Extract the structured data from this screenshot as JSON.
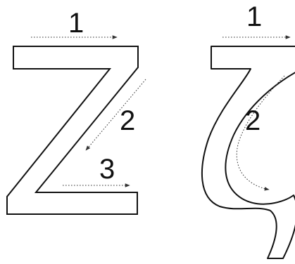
{
  "colors": {
    "stroke": "#111111",
    "fill": "#ffffff",
    "arrow": "#333333",
    "background": "#ffffff"
  },
  "letters": [
    {
      "name": "block-z",
      "labels": [
        "1",
        "2",
        "3"
      ]
    },
    {
      "name": "cursive-z",
      "labels": [
        "1",
        "2"
      ]
    }
  ]
}
